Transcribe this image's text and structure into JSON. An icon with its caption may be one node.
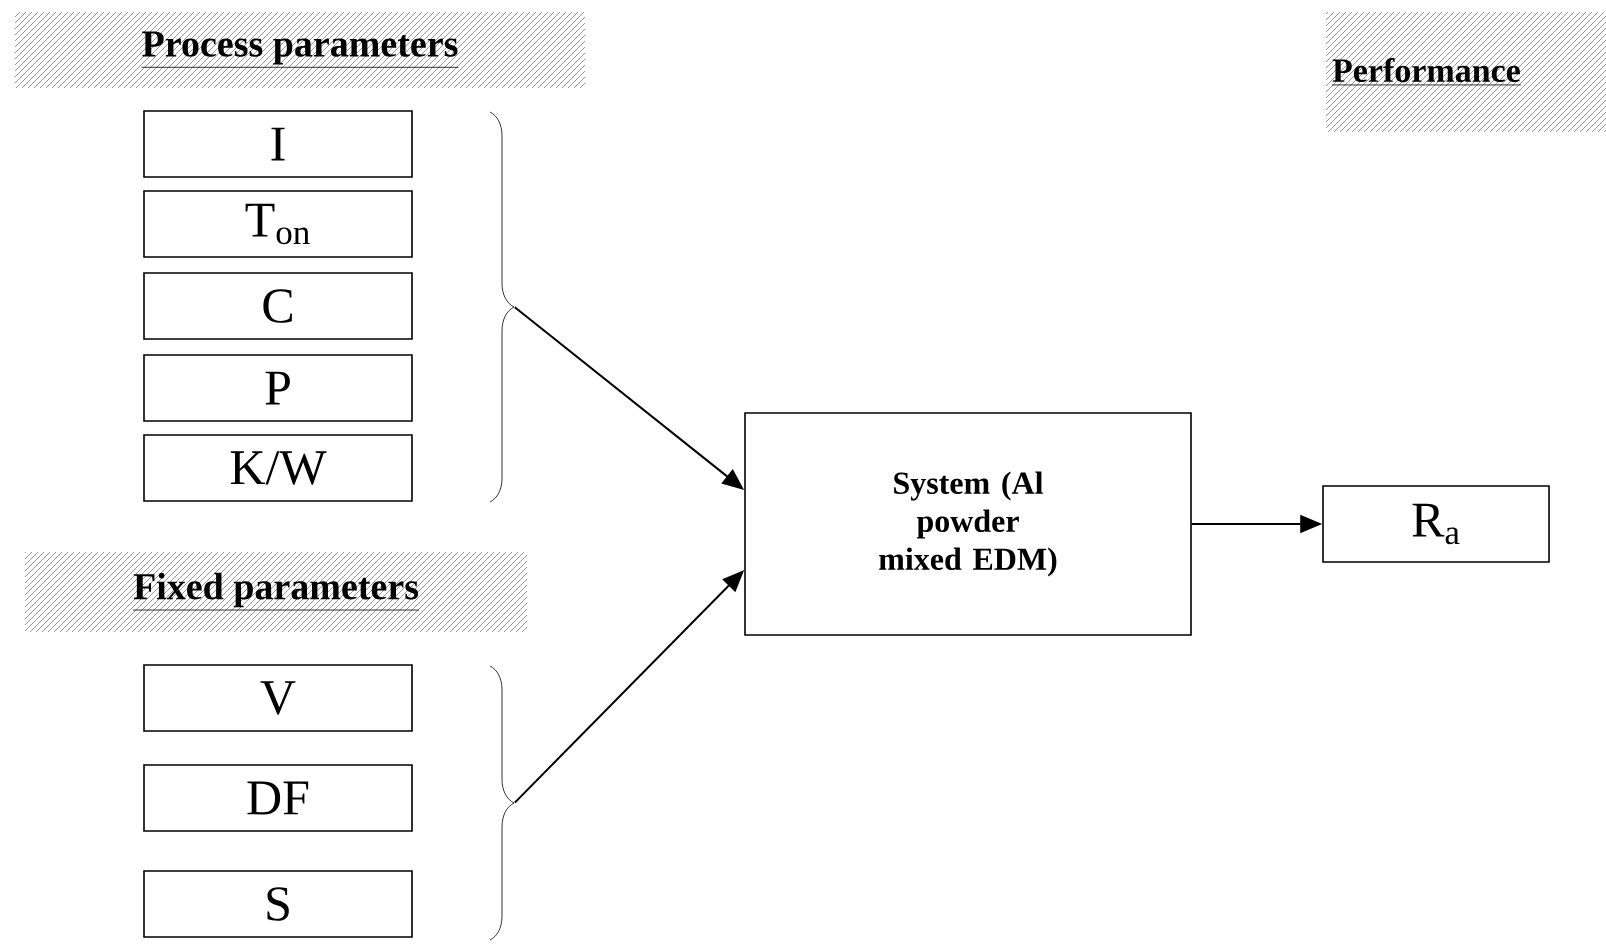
{
  "diagram": {
    "nodes": [
      {
        "text": [
          "Process parameters"
        ]
      },
      {
        "text": [
          "I"
        ]
      },
      {
        "text": [
          "T$_{on}$"
        ]
      },
      {
        "text": [
          "C"
        ]
      },
      {
        "text": [
          "P"
        ]
      },
      {
        "text": [
          "K/W"
        ]
      },
      {
        "text": [
          "Fixed parameters"
        ]
      },
      {
        "text": [
          "V"
        ]
      },
      {
        "text": [
          "DF"
        ]
      },
      {
        "text": [
          "S"
        ]
      },
      {
        "text": [
          "System (Al powder mixed EDM)"
        ]
      },
      {
        "text": [
          "Performance"
        ]
      },
      {
        "text": [
          "R$_{a}$"
        ]
      },
      {
        "text": [],
        "shape": "brace"
      },
      {
        "text": [],
        "shape": "brace"
      }
    ],
    "edges": [
      {
        "from": 13,
        "to": 10,
        "arrow": "to"
      },
      {
        "from": 14,
        "to": 10,
        "arrow": "to"
      },
      {
        "from": 10,
        "to": 12,
        "arrow": "to"
      }
    ]
  }
}
